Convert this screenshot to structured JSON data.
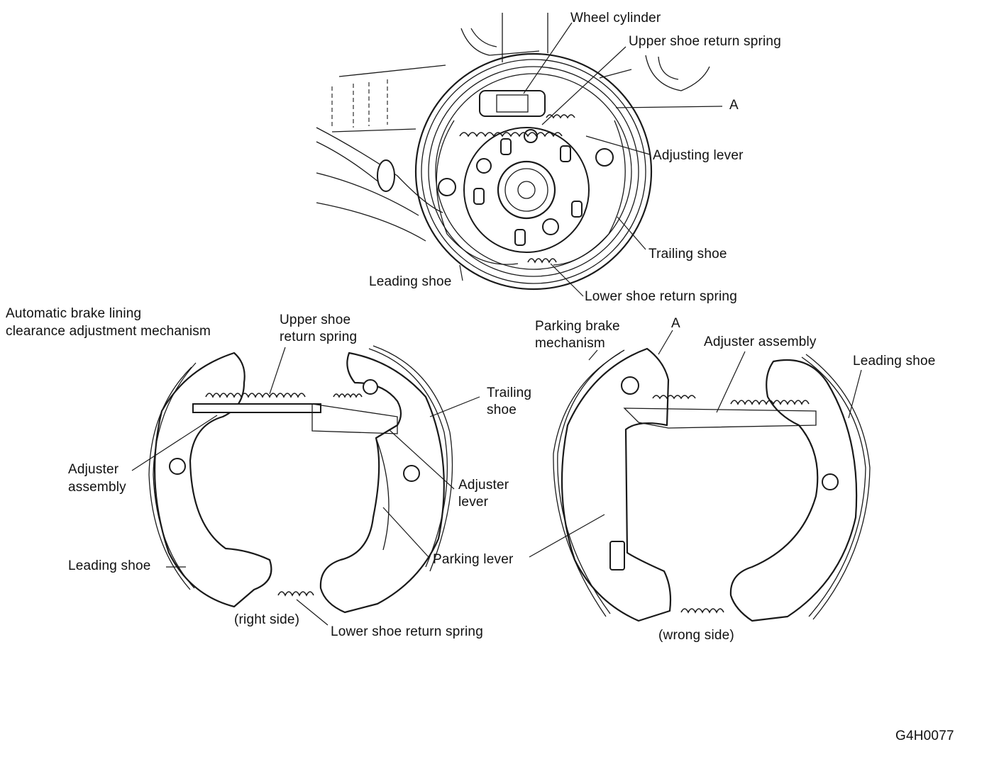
{
  "figure_id": "G4H0077",
  "top_view": {
    "labels": {
      "wheel_cylinder": "Wheel cylinder",
      "upper_shoe_return_spring": "Upper shoe return spring",
      "a": "A",
      "adjusting_lever": "Adjusting lever",
      "trailing_shoe": "Trailing shoe",
      "leading_shoe": "Leading shoe",
      "lower_shoe_return_spring": "Lower shoe return spring"
    }
  },
  "left_view": {
    "labels": {
      "mechanism_line1": "Automatic brake lining",
      "mechanism_line2": "clearance adjustment mechanism",
      "upper_spring_line1": "Upper shoe",
      "upper_spring_line2": "return spring",
      "trailing_line1": "Trailing",
      "trailing_line2": "shoe",
      "adjuster_assembly_line1": "Adjuster",
      "adjuster_assembly_line2": "assembly",
      "adjuster_lever_line1": "Adjuster",
      "adjuster_lever_line2": "lever",
      "leading_shoe": "Leading shoe",
      "parking_lever": "Parking lever",
      "caption": "(right side)",
      "lower_spring": "Lower shoe return spring"
    }
  },
  "right_view": {
    "labels": {
      "parking_line1": "Parking brake",
      "parking_line2": "mechanism",
      "a": "A",
      "adjuster_assembly": "Adjuster assembly",
      "leading_shoe": "Leading shoe",
      "caption": "(wrong side)"
    }
  }
}
